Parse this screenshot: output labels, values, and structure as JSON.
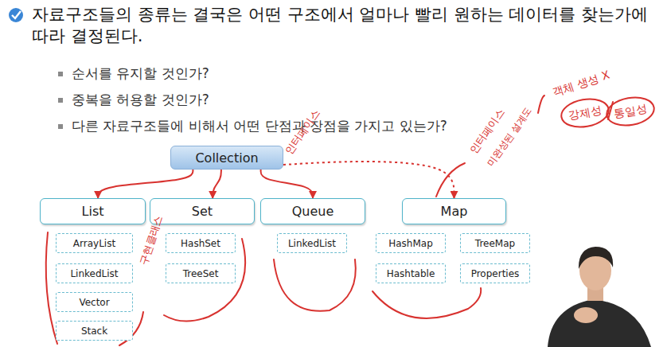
{
  "diagram": {
    "title": "자료구조들의 종류는 결국은 어떤 구조에서 얼마나 빨리 원하는 데이터를 찾는가에 따라 결정된다.",
    "nodes": [
      {
        "text": [
          "Collection"
        ]
      },
      {
        "text": [
          "List"
        ]
      },
      {
        "text": [
          "Set"
        ]
      },
      {
        "text": [
          "Queue"
        ]
      },
      {
        "text": [
          "Map"
        ]
      },
      {
        "text": [
          "ArrayList"
        ]
      },
      {
        "text": [
          "LinkedList"
        ]
      },
      {
        "text": [
          "Vector"
        ]
      },
      {
        "text": [
          "Stack"
        ]
      },
      {
        "text": [
          "HashSet"
        ]
      },
      {
        "text": [
          "TreeSet"
        ]
      },
      {
        "text": [
          "LinkedList"
        ]
      },
      {
        "text": [
          "HashMap"
        ]
      },
      {
        "text": [
          "TreeMap"
        ]
      },
      {
        "text": [
          "Hashtable"
        ]
      },
      {
        "text": [
          "Properties"
        ]
      }
    ],
    "edges": [
      {
        "from": 0,
        "to": 1,
        "arrow": "to"
      },
      {
        "from": 0,
        "to": 2,
        "arrow": "to"
      },
      {
        "from": 0,
        "to": 3,
        "arrow": "to"
      },
      {
        "from": 0,
        "to": 4,
        "arrow": "to"
      }
    ],
    "labels": [
      "순서를 유지할 것인가?",
      "중복을 허용할 것인가?",
      "다른 자료구조들에 비해서 어떤 단점과 장점을 가지고 있는가?",
      "인터페이스",
      "구현클래스",
      "인터페이스",
      "미완성된 설계도",
      "객체 생성 X",
      "강제성",
      "통일성"
    ]
  }
}
